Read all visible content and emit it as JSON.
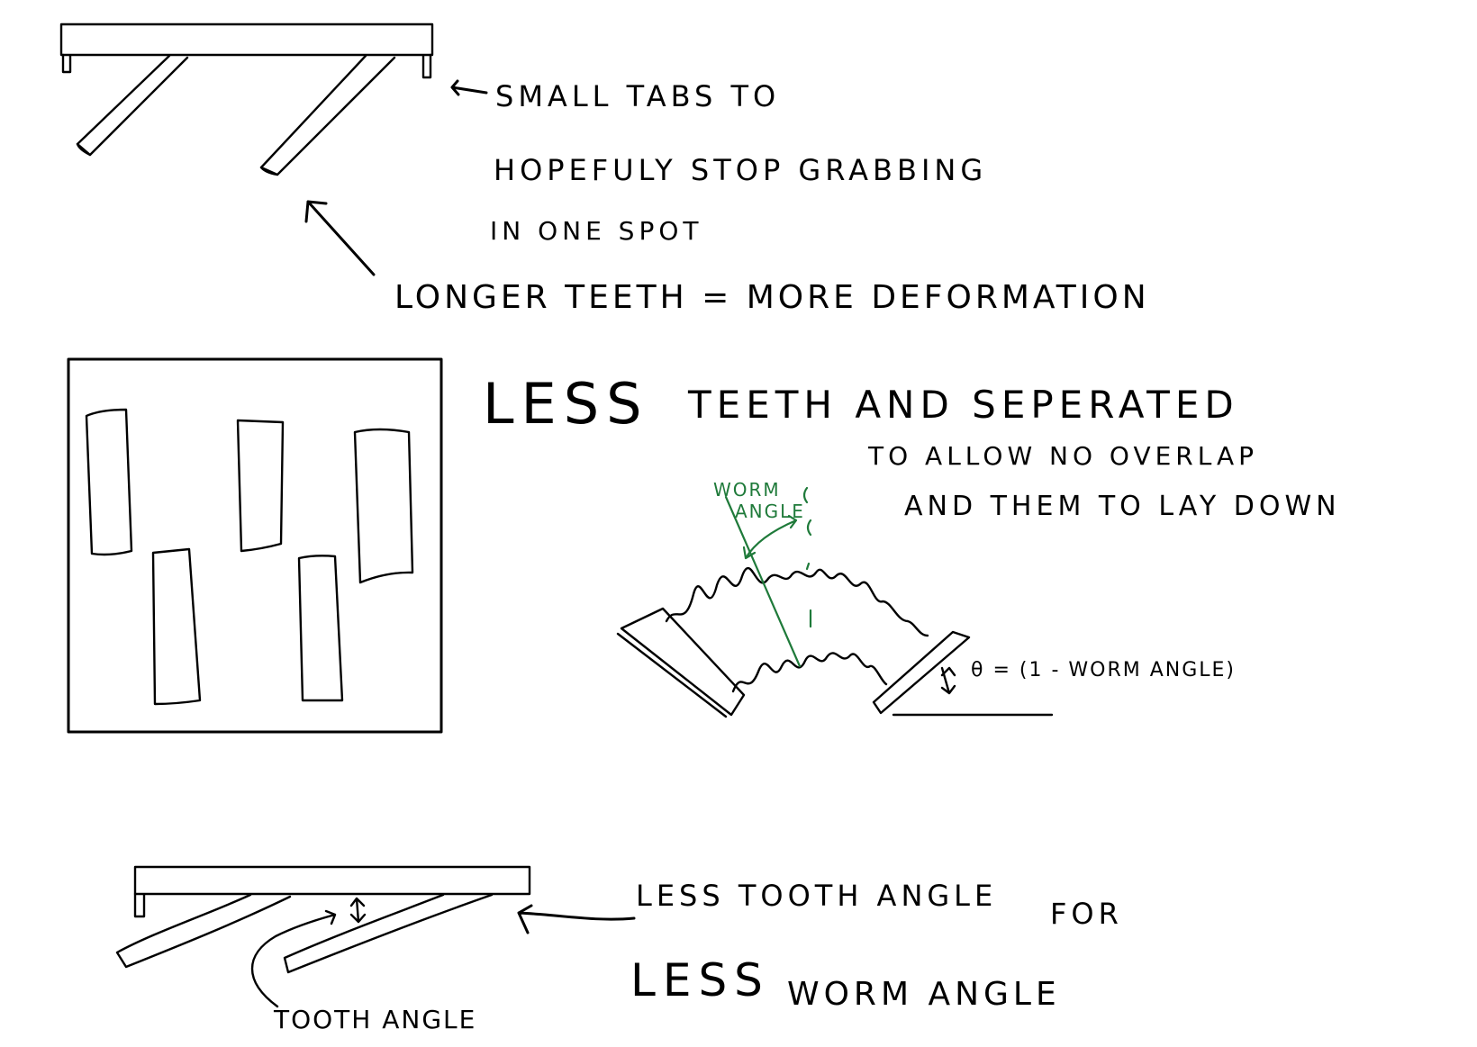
{
  "notes": {
    "tabs_line1": "SMALL   TABS  TO",
    "tabs_line2": "HOPEFULY  STOP  GRABBING",
    "tabs_line3": "IN  ONE  SPOT",
    "longer_teeth": "LONGER TEETH = MORE DEFORMATION",
    "less_teeth": "LESS",
    "teeth_and_separated": "TEETH  AND  SEPERATED",
    "allow_line1": "TO  ALLOW  NO  OVERLAP",
    "allow_line2": "AND  THEM  TO  LAY  DOWN",
    "worm_angle_line1": "WORM",
    "worm_angle_line2": "ANGLE",
    "theta_formula": "θ = (1 - WORM ANGLE)",
    "less_tooth_angle": "LESS TOOTH ANGLE",
    "for": "FOR",
    "less_big": "LESS",
    "worm_angle_bottom": "WORM  ANGLE",
    "tooth_angle_label": "TOOTH ANGLE"
  },
  "colors": {
    "ink": "#000000",
    "green_annotation": "#1f7a3a",
    "background": "#ffffff"
  }
}
